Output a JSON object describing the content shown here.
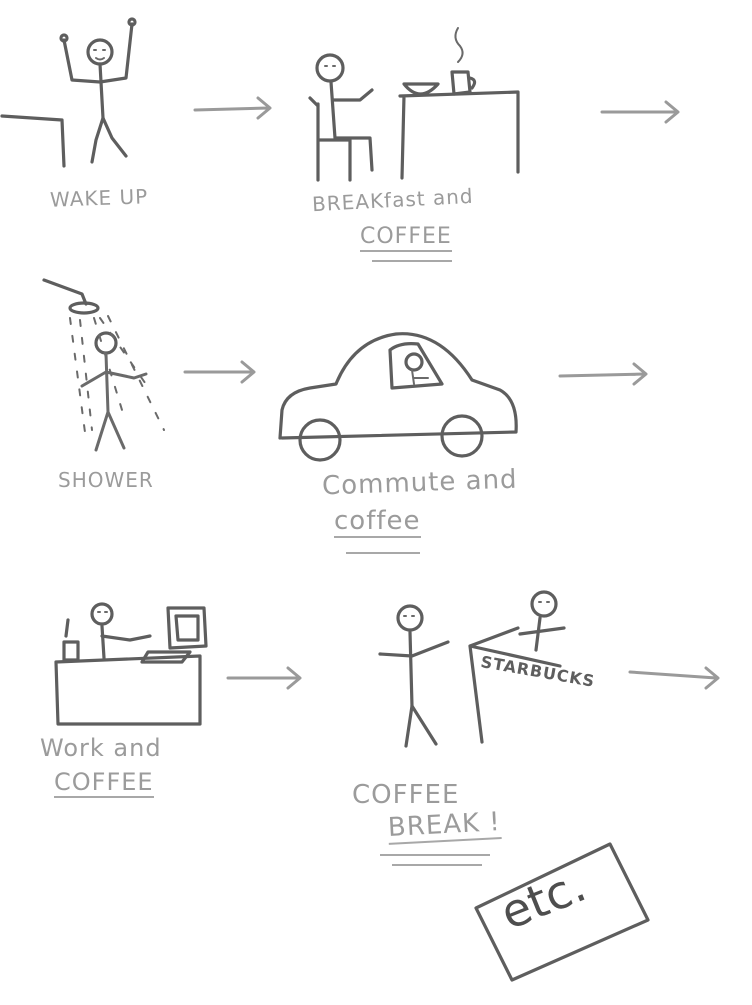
{
  "steps": [
    {
      "line1": "WAKE UP"
    },
    {
      "line1": "BREAKfast and",
      "line2": "COFFEE"
    },
    {
      "line1": "SHOWER"
    },
    {
      "line1": "Commute and",
      "line2": "coffee"
    },
    {
      "line1": "Work and",
      "line2": "COFFEE"
    },
    {
      "line1": "COFFEE",
      "line2": "BREAK !"
    }
  ],
  "sign": "STARBUCKS",
  "ending": "etc.",
  "colors": {
    "ink": "#5e5e5e",
    "pencil": "#9b9b9b"
  }
}
